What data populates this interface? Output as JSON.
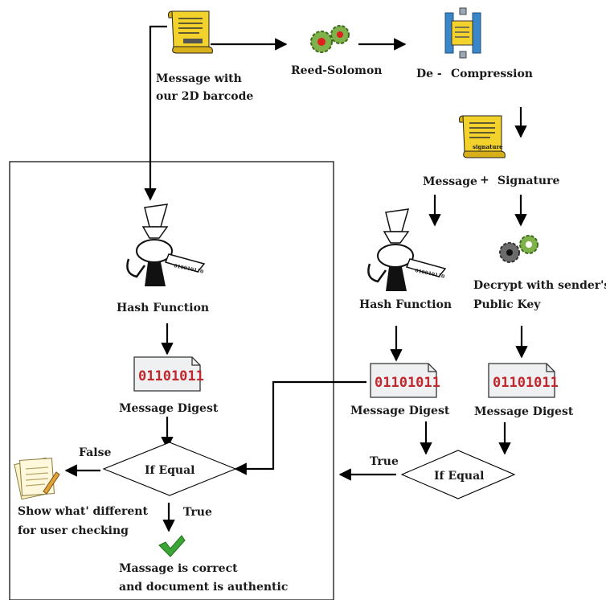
{
  "labels": {
    "message_barcode_l1": "Message with",
    "message_barcode_l2": "our 2D barcode",
    "reed_solomon": "Reed-Solomon",
    "decompression_pre": "De -",
    "decompression_post": "Compression",
    "message": "Message",
    "plus": "+",
    "signature": "Signature",
    "hash_left": "Hash Function",
    "hash_right": "Hash Function",
    "decrypt_l1": "Decrypt with  sender's",
    "decrypt_l2": "Public Key",
    "digest_left": "Message Digest",
    "digest_mid": "Message Digest",
    "digest_right": "Message Digest",
    "if_equal_left": "If Equal",
    "if_equal_right": "If Equal",
    "false": "False",
    "true_left": "True",
    "true_right": "True",
    "show_diff_l1": "Show what' different",
    "show_diff_l2": "for user checking",
    "correct_l1": "Massage is correct",
    "correct_l2": "and document is authentic"
  },
  "digest_bits": "01101011",
  "scroll_tag": "signature",
  "icons": {
    "scroll": "scroll-icon",
    "gears": "gears-icon",
    "compression": "compression-vise-icon",
    "hash": "meat-grinder-icon",
    "digest": "binary-document-icon",
    "notes": "notepad-icon",
    "check": "checkmark-icon"
  },
  "colors": {
    "line": "#000000",
    "scroll_fill": "#f3d22b",
    "gear_green": "#7fb24a",
    "gear_gray": "#6b6b6b",
    "gear_core": "#e02020",
    "digest_bits": "#c0282d",
    "check_green": "#3aa635",
    "vise_blue": "#3a86c8"
  }
}
